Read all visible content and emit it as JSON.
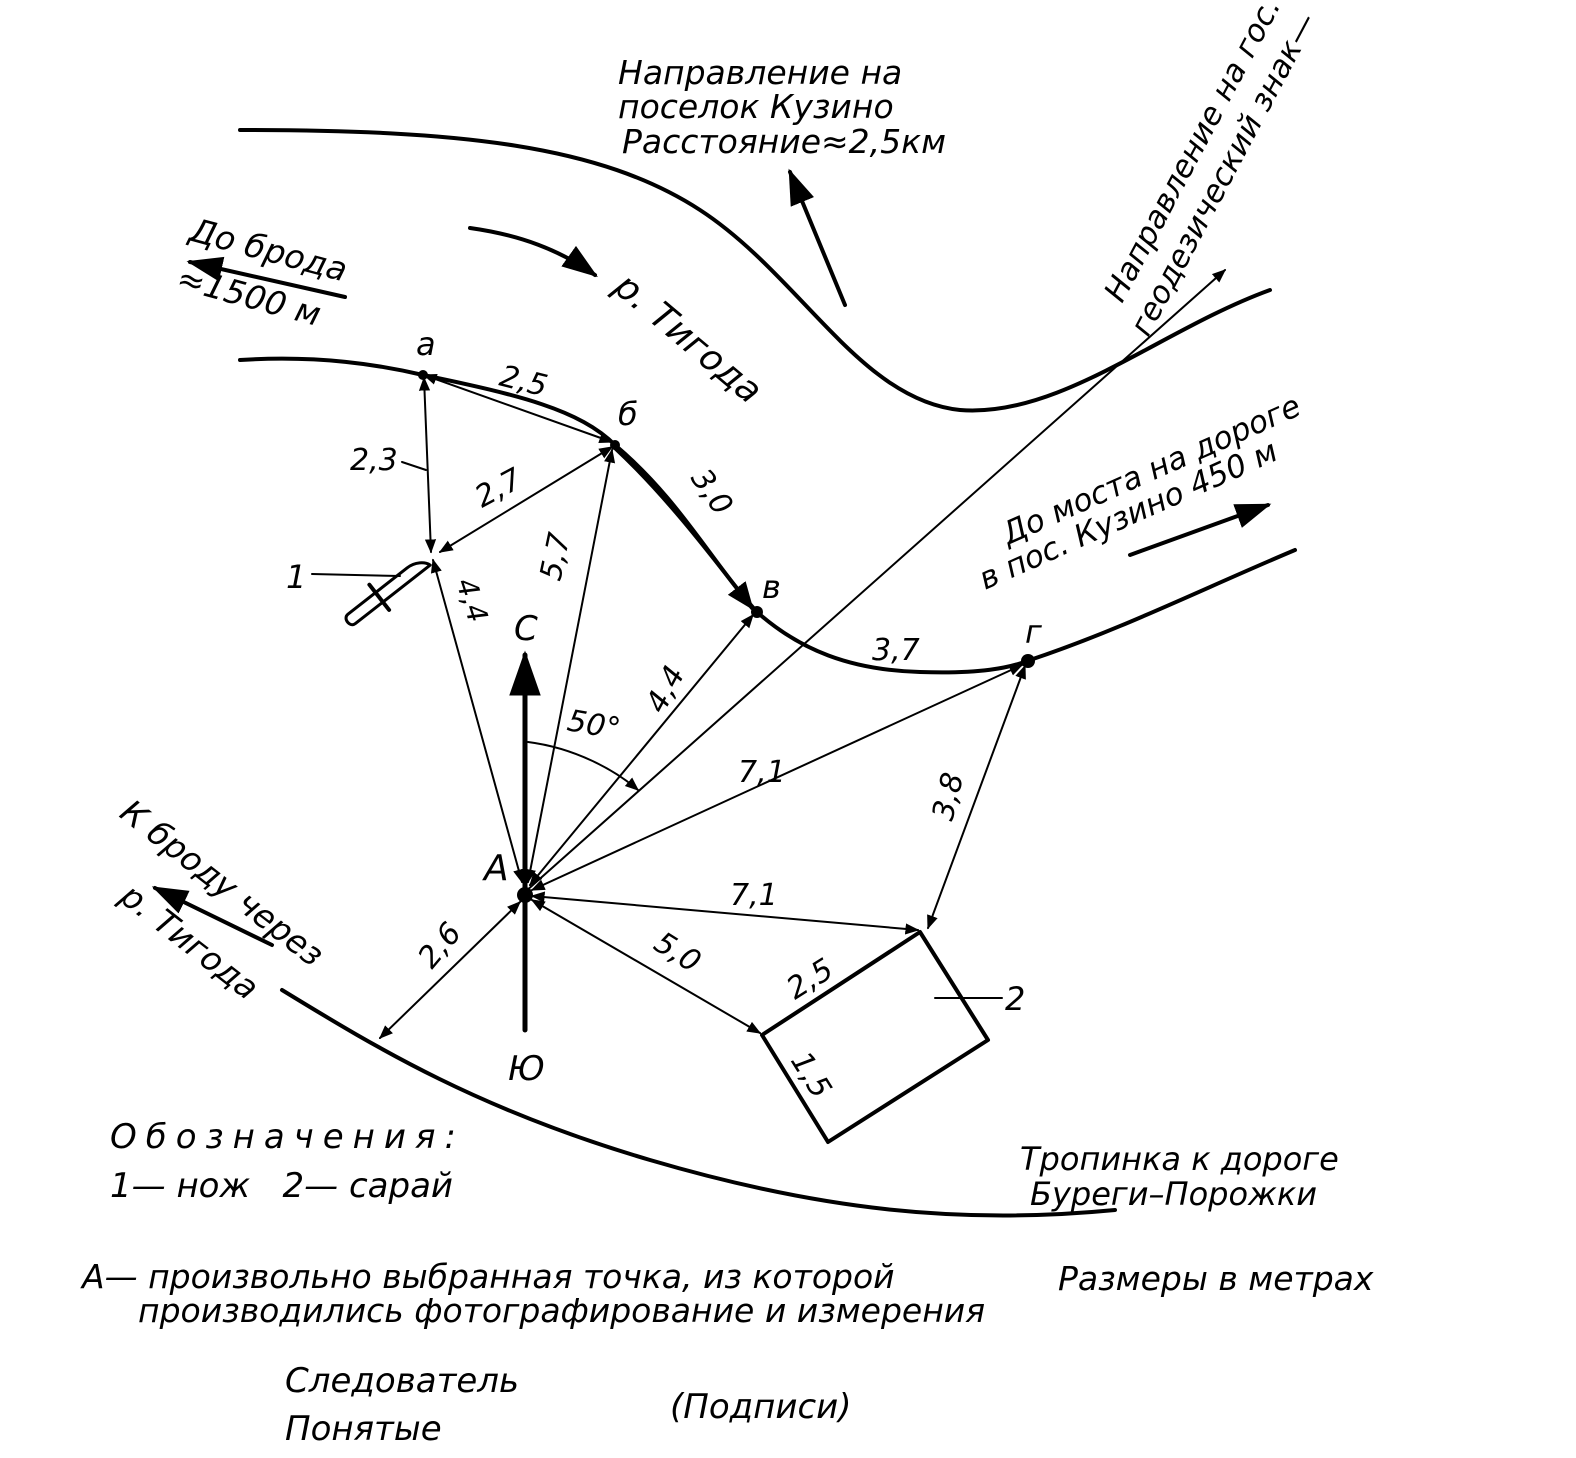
{
  "labels": {
    "kuzino_direction_1": "Направление на",
    "kuzino_direction_2": "поселок Кузино",
    "kuzino_distance": "Расстояние≈2,5км",
    "geodesic_1": "Направление на гос.",
    "geodesic_2": "геодезический знак—",
    "ford_1": "До брода",
    "ford_2": "≈1500 м",
    "river": "р. Тигода",
    "bridge_1": "До моста на дороге",
    "bridge_2": "в пос. Кузино 450 м",
    "ford_river_1": "К броду через",
    "ford_river_2": "р. Тигода",
    "path_1": "Тропинка к дороге",
    "path_2": "Буреги–Порожки"
  },
  "points": {
    "a": "а",
    "b": "б",
    "v": "в",
    "g": "г",
    "A": "А",
    "north": "С",
    "south": "Ю",
    "knife_num": "1",
    "shed_num": "2"
  },
  "measurements": {
    "a_b": "2,5",
    "a_1": "2,3",
    "b_1": "2,7",
    "b_A": "5,7",
    "one_A": "4,4",
    "b_v": "3,0",
    "v_A": "4,4",
    "v_g": "3,7",
    "g_A": "7,1",
    "g_shed": "3,8",
    "A_shed": "7,1",
    "A_shed_corner": "5,0",
    "A_bank": "2,6",
    "shed_side_long": "2,5",
    "shed_side_short": "1,5",
    "angle": "50°"
  },
  "legend": {
    "title": "Обозначения:",
    "items": "1— нож   2— сарай",
    "note_1": "А— произвольно выбранная точка, из которой",
    "note_2": "производились фотографирование и измерения",
    "units": "Размеры в метрах"
  },
  "signatures": {
    "investigator": "Следователь",
    "witnesses": "Понятые",
    "signatures": "(Подписи)"
  }
}
